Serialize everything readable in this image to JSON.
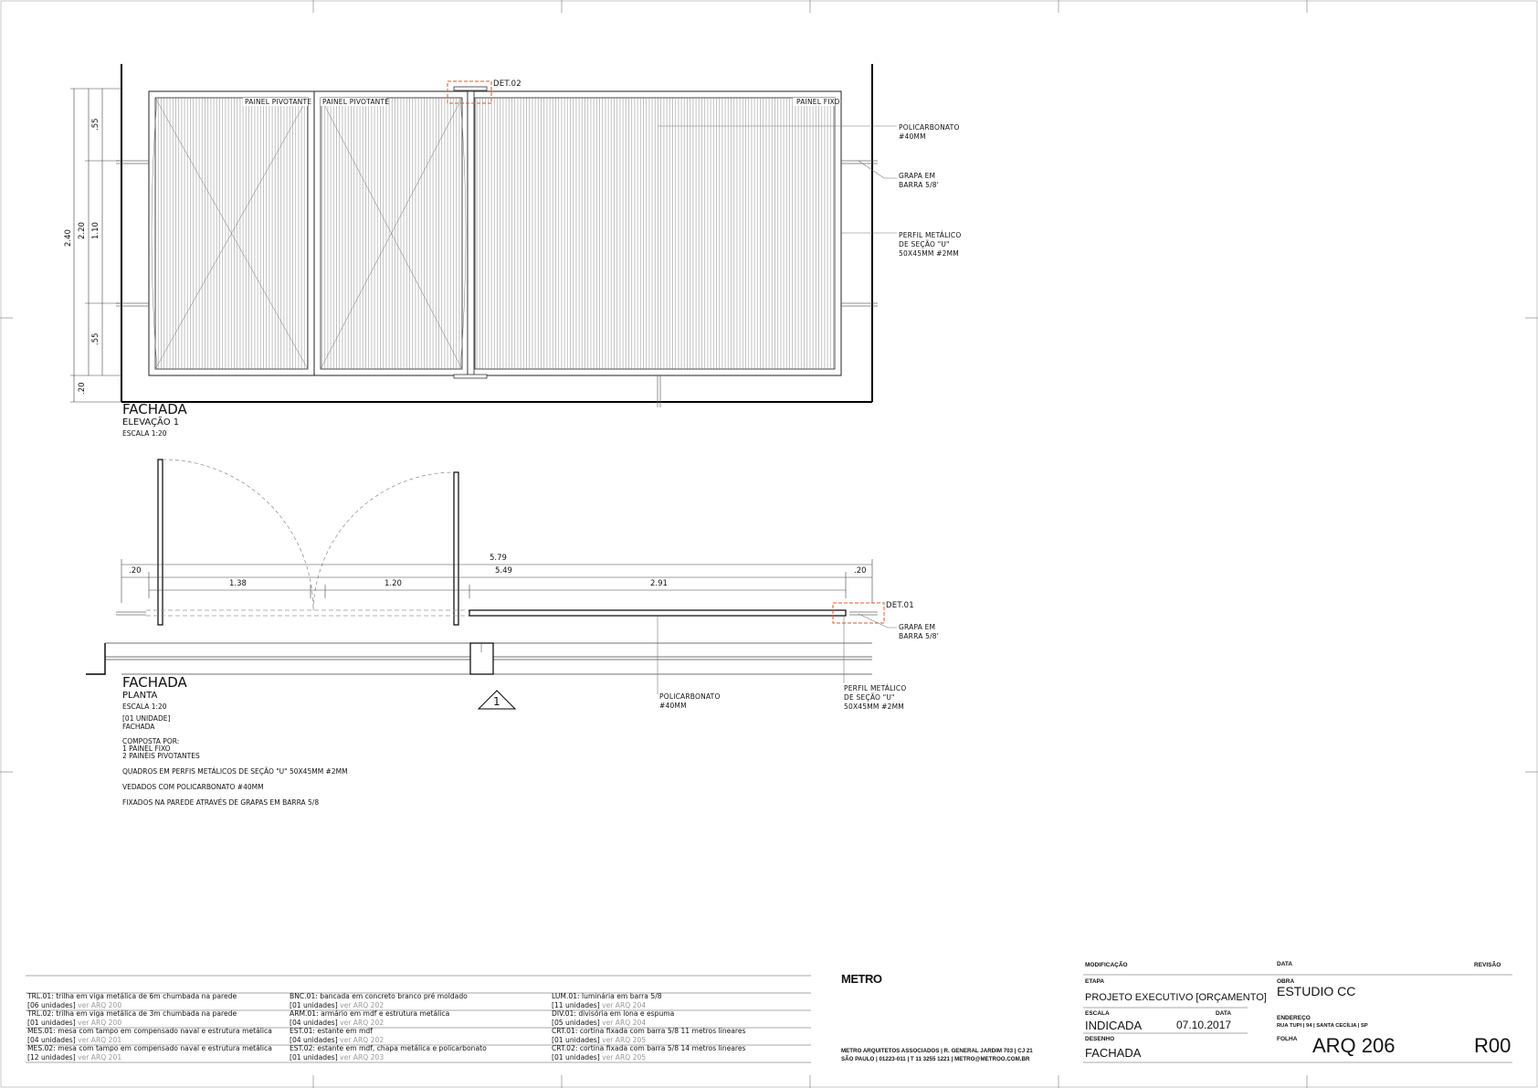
{
  "drawing": {
    "elevation": {
      "panel_labels": [
        "PAINEL PIVOTANTE",
        "PAINEL PIVOTANTE",
        "PAINEL FIXO"
      ],
      "detail_ref": "DET.02",
      "dims": {
        "total": "2.40",
        "inner": "2.20",
        "top": ".55",
        "mid": "1.10",
        "bottom": ".55",
        "base": ".20"
      },
      "callouts": [
        {
          "line1": "POLICARBONATO",
          "line2": "#40MM",
          "line3": ""
        },
        {
          "line1": "GRAPA EM",
          "line2": "BARRA 5/8'",
          "line3": ""
        },
        {
          "line1": "PERFIL METÁLICO",
          "line2": "DE SEÇÃO \"U\"",
          "line3": "50X45MM #2MM"
        }
      ],
      "title": "FACHADA",
      "subtitle": "ELEVAÇÃO 1",
      "scale": "ESCALA 1:20"
    },
    "plan": {
      "dims": {
        "total": "5.79",
        "left": ".20",
        "right": ".20",
        "span": "5.49",
        "seg1": "1.38",
        "seg2": "1.20",
        "seg3": "2.91"
      },
      "detail_ref": "DET.01",
      "callouts": [
        {
          "line1": "GRAPA EM",
          "line2": "BARRA 5/8'",
          "line3": ""
        },
        {
          "line1": "POLICARBONATO",
          "line2": "#40MM",
          "line3": ""
        },
        {
          "line1": "PERFIL METÁLICO",
          "line2": "DE SEÇÃO \"U\"",
          "line3": "50X45MM #2MM"
        }
      ],
      "marker": "1",
      "title": "FACHADA",
      "subtitle": "PLANTA",
      "scale": "ESCALA 1:20",
      "unit_qty": "[01 UNIDADE]",
      "unit_name": "FACHADA",
      "notes": [
        "COMPOSTA POR:",
        "1 PAINEL FIXO",
        "2 PAINÉIS PIVOTANTES",
        "QUADROS EM PERFIS METÁLICOS DE SEÇÃO \"U\" 50X45MM #2MM",
        "VEDADOS COM POLICARBONATO #40MM",
        "FIXADOS NA PAREDE ATRAVÉS DE GRAPAS EM BARRA 5/8"
      ]
    }
  },
  "legend": [
    [
      {
        "code": "TRL.01:",
        "desc": "trilha em viga metálica de 6m chumbada na parede",
        "qty": "[06 unidades]",
        "ref": "ver ARQ 200"
      },
      {
        "code": "TRL.02:",
        "desc": "trilha em viga metálica de 3m chumbada na parede",
        "qty": "[01 unidades]",
        "ref": "ver ARQ 200"
      },
      {
        "code": "MES.01:",
        "desc": "mesa com tampo em compensado naval e estrutura metálica",
        "qty": "[04 unidades]",
        "ref": "ver ARQ 201"
      },
      {
        "code": "MES.02:",
        "desc": "mesa com tampo em compensado naval e estrutura metálica",
        "qty": "[12 unidades]",
        "ref": "ver ARQ 201"
      }
    ],
    [
      {
        "code": "BNC.01:",
        "desc": "bancada em concreto branco pré moldado",
        "qty": "[01 unidades]",
        "ref": "ver ARQ 202"
      },
      {
        "code": "ARM.01:",
        "desc": "armário em mdf e estrutura metálica",
        "qty": "[04 unidades]",
        "ref": "ver ARQ 202"
      },
      {
        "code": "EST.01:",
        "desc": "estante em mdf",
        "qty": "[04 unidades]",
        "ref": "ver ARQ 202"
      },
      {
        "code": "EST.02:",
        "desc": "estante em mdf, chapa metálica e policarbonato",
        "qty": "[01 unidades]",
        "ref": "ver ARQ 203"
      }
    ],
    [
      {
        "code": "LUM.01:",
        "desc": "luminária em barra 5/8",
        "qty": "[11 unidades]",
        "ref": "ver ARQ 204"
      },
      {
        "code": "DIV.01:",
        "desc": "divisória em lona e espuma",
        "qty": "[05 unidades]",
        "ref": "ver ARQ 204"
      },
      {
        "code": "CRT.01:",
        "desc": "cortina fixada com barra 5/8    11 metros lineares",
        "qty": "[01 unidades]",
        "ref": "ver ARQ 205"
      },
      {
        "code": "CRT.02:",
        "desc": "cortina fixada com barra 5/8    14 metros lineares",
        "qty": "[01 unidades]",
        "ref": "ver ARQ 205"
      }
    ]
  ],
  "office": {
    "logo": "METRO",
    "address_line1": "METRO ARQUITETOS ASSOCIADOS | R. GENERAL JARDIM 703 | CJ 21",
    "address_line2": "SÃO PAULO | 01223-011 | T 11 3255 1221 | METRO@METROO.COM.BR"
  },
  "title_block": {
    "labels": {
      "modificacao": "MODIFICAÇÃO",
      "data": "DATA",
      "revisao": "REVISÃO",
      "etapa": "ETAPA",
      "obra": "OBRA",
      "escala": "ESCALA",
      "data2": "DATA",
      "endereco": "ENDEREÇO",
      "desenho": "DESENHO",
      "folha": "FOLHA"
    },
    "etapa": "PROJETO EXECUTIVO [ORÇAMENTO]",
    "obra": "ESTUDIO CC",
    "escala": "INDICADA",
    "data": "07.10.2017",
    "endereco": "RUA TUPI | 94 | SANTA CECÍLIA | SP",
    "desenho": "FACHADA",
    "folha": "ARQ 206",
    "revisao": "R00"
  }
}
